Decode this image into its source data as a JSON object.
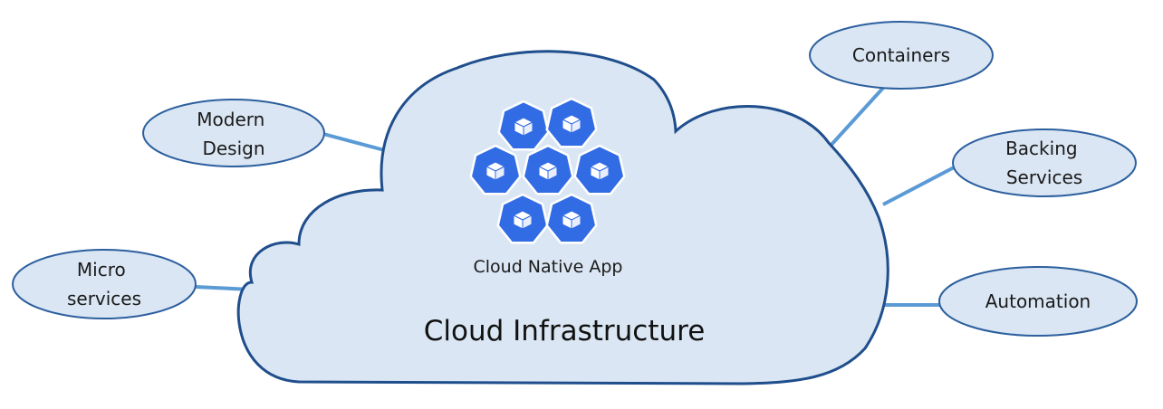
{
  "colors": {
    "cloud_fill": "#dae6f3",
    "cloud_stroke": "#1f4e8c",
    "bubble_fill": "#dae6f3",
    "bubble_stroke": "#2c5f9e",
    "connector": "#5b9bd5",
    "hex_fill": "#326ce5",
    "hex_stroke": "#ffffff",
    "cube_fill": "#ffffff",
    "text": "#1a1a1a"
  },
  "cloud": {
    "app_label": "Cloud Native App",
    "infra_label": "Cloud Infrastructure",
    "app_icon": "kubernetes-cube-icon",
    "app_icon_count": 7
  },
  "bubbles": {
    "modern_design": [
      "Modern",
      "Design"
    ],
    "microservices": [
      "Micro",
      "services"
    ],
    "containers": [
      "Containers"
    ],
    "backing_services": [
      "Backing",
      "Services"
    ],
    "automation": [
      "Automation"
    ]
  }
}
